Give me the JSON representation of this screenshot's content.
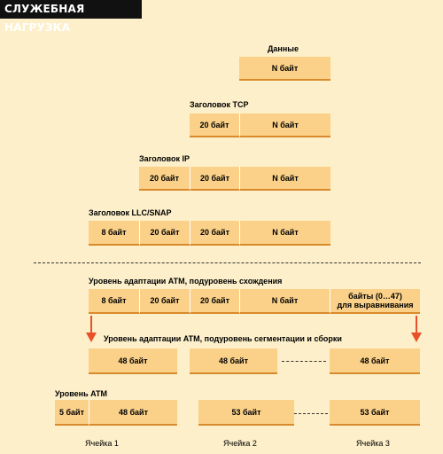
{
  "title": "СЛУЖЕБНАЯ НАГРУЗКА",
  "levels": {
    "data": {
      "label": "Данные",
      "segments": [
        "N байт"
      ]
    },
    "tcp": {
      "label": "Заголовок TCP",
      "segments": [
        "20 байт",
        "N байт"
      ]
    },
    "ip": {
      "label": "Заголовок IP",
      "segments": [
        "20 байт",
        "20 байт",
        "N байт"
      ]
    },
    "llc": {
      "label": "Заголовок LLC/SNAP",
      "segments": [
        "8 байт",
        "20 байт",
        "20 байт",
        "N байт"
      ]
    },
    "cs": {
      "label": "Уровень адаптации ATM, подуровень схождения",
      "segments": [
        "8 байт",
        "20 байт",
        "20 байт",
        "N байт"
      ],
      "padding_line1": "байты (0…47)",
      "padding_line2": "для выравнивания"
    },
    "sar": {
      "label": "Уровень адаптации ATM, подуровень сегментации и сборки",
      "segments": [
        "48 байт",
        "48 байт",
        "48 байт"
      ]
    },
    "atm": {
      "label": "Уровень ATM",
      "header": "5 байт",
      "segments": [
        "48 байт",
        "53 байт",
        "53 байт"
      ]
    }
  },
  "cells": [
    "Ячейка 1",
    "Ячейка 2",
    "Ячейка 3"
  ],
  "colors": {
    "background": "#fcefc9",
    "segment_fill": "#fbd189",
    "segment_border": "#d98a2c",
    "arrow": "#e8502a"
  }
}
